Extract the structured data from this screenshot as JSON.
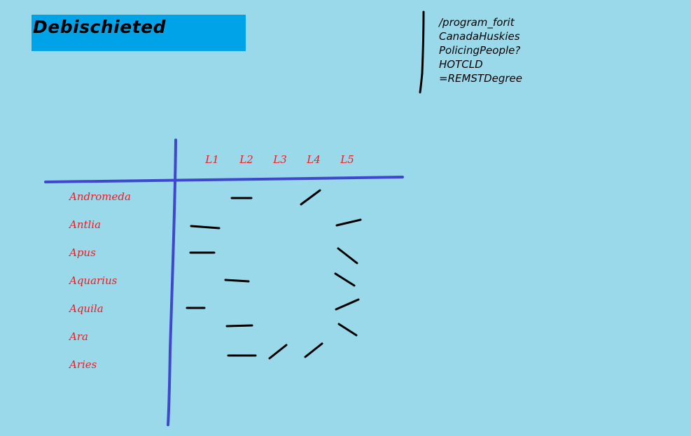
{
  "title": "Debischieted",
  "notes": [
    "/program_forit",
    "CanadaHuskies",
    "PolicingPeople?",
    "HOTCLD",
    "=REMSTDegree"
  ],
  "columns": [
    "L1",
    "L2",
    "L3",
    "L4",
    "L5"
  ],
  "rows": [
    "Andromeda",
    "Antlia",
    "Apus",
    "Aquarius",
    "Aquila",
    "Ara",
    "Aries"
  ],
  "colors": {
    "background": "#99d9ea",
    "title_box": "#00a2e8",
    "grid_lines": "#3f48cc",
    "labels": "#ed1c24",
    "strokes": "#000000"
  }
}
